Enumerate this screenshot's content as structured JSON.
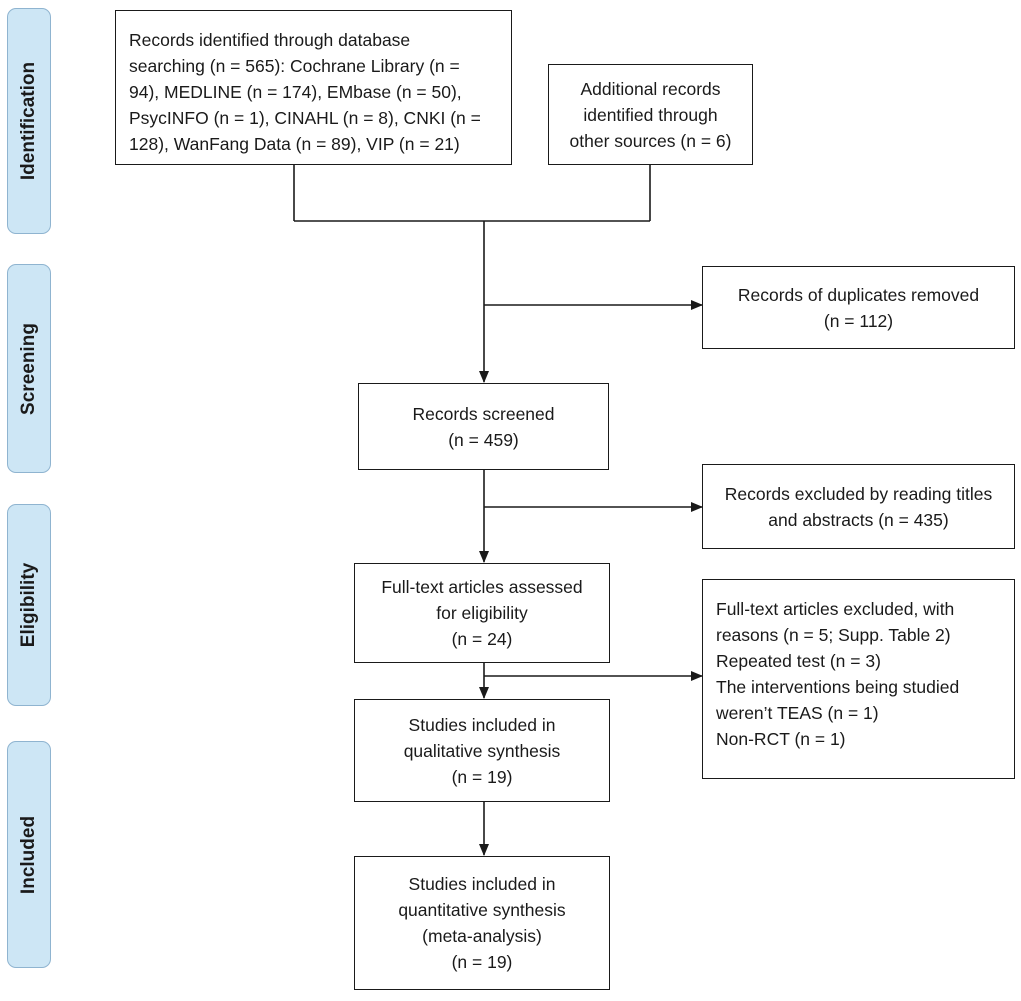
{
  "phases": [
    {
      "id": "identification",
      "label": "Identification"
    },
    {
      "id": "screening",
      "label": "Screening"
    },
    {
      "id": "eligibility",
      "label": "Eligibility"
    },
    {
      "id": "included",
      "label": "Included"
    }
  ],
  "boxes": {
    "database_search": "Records identified through database\nsearching (n = 565): Cochrane Library (n =\n94), MEDLINE (n = 174), EMbase (n = 50),\nPsycINFO (n = 1), CINAHL (n = 8), CNKI (n =\n128), WanFang Data (n = 89), VIP (n = 21)",
    "other_sources": "Additional records\nidentified through\nother sources (n = 6)",
    "duplicates_removed": "Records of duplicates removed\n(n = 112)",
    "records_screened": "Records screened\n(n = 459)",
    "excluded_titles": "Records excluded by reading titles\nand abstracts (n = 435)",
    "fulltext_assessed": "Full-text articles assessed\nfor eligibility\n(n = 24)",
    "fulltext_excluded": "Full-text articles excluded, with\nreasons (n = 5; Supp. Table 2)\nRepeated test (n = 3)\nThe interventions being studied\nweren’t TEAS (n = 1)\nNon-RCT (n = 1)",
    "qualitative": "Studies included in\nqualitative synthesis\n(n = 19)",
    "quantitative": "Studies included in\nquantitative synthesis\n(meta-analysis)\n(n = 19)"
  }
}
